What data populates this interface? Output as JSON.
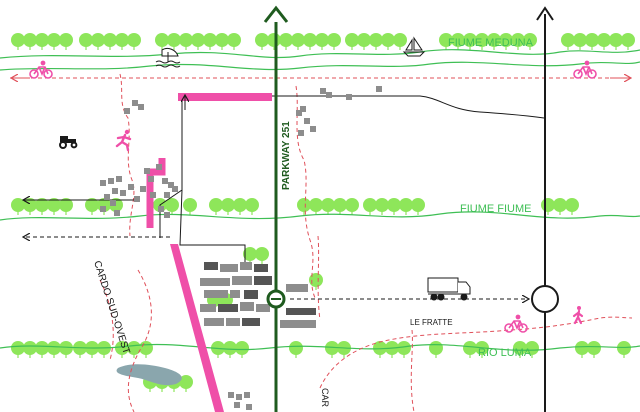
{
  "labels": {
    "river_meduna": "FIUME MEDUNA",
    "river_fiume": "FIUME FIUME",
    "river_luma": "RIO LUMA",
    "parkway": "PARKWAY 251",
    "cardo_sud_ovest": "CARDO SUD-OVEST",
    "le_fratte": "LE FRATTE",
    "cardo_bottom": "CAR"
  },
  "colors": {
    "tree": "#8ee65a",
    "river": "#3fbf55",
    "parkway": "#1f5b1f",
    "pink": "#ef4fa8",
    "route_red": "#e0505a",
    "building": "#8d8d8d",
    "dark_building": "#555555",
    "road": "#1a1a1a",
    "lake": "#8aa6ad"
  },
  "icons": [
    "bike-icon",
    "swim-icon",
    "sailboat-icon",
    "tractor-icon",
    "runner-icon",
    "truck-icon",
    "walker-icon",
    "roundabout-icon",
    "node-icon"
  ]
}
